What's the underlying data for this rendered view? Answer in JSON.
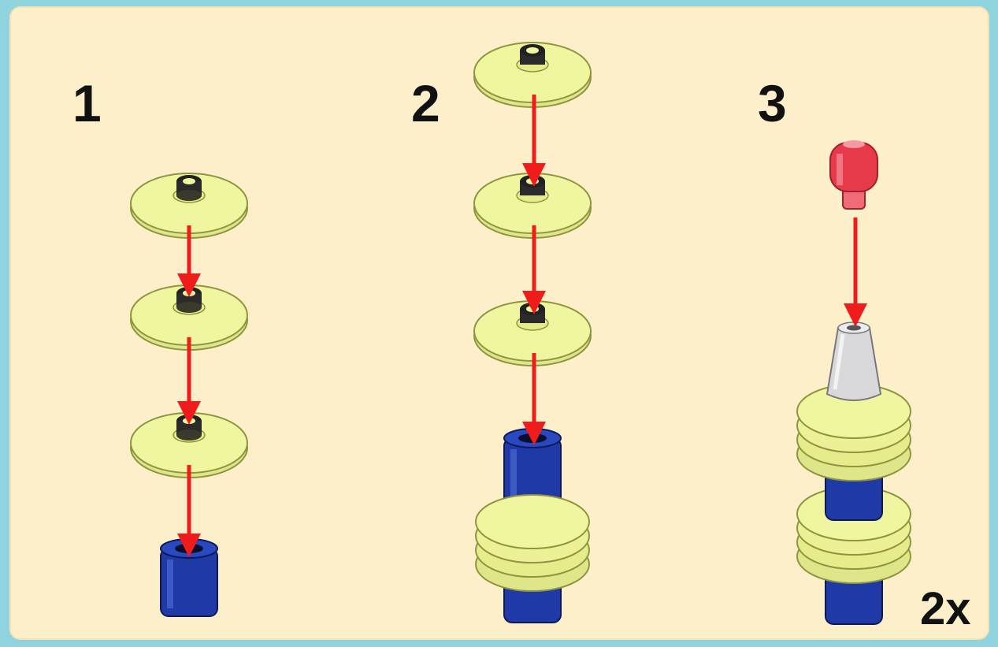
{
  "steps": [
    {
      "number": "1"
    },
    {
      "number": "2"
    },
    {
      "number": "3"
    }
  ],
  "multiplier": "2x",
  "colors": {
    "background": "#fcefc9",
    "border": "#8fd3de",
    "disc": "#f0f5a0",
    "disc_edge": "#8f9440",
    "blue_part": "#1f3aa6",
    "red_part": "#e8394a",
    "grey_part": "#d9d9dc",
    "arrow": "#f01c1c"
  }
}
